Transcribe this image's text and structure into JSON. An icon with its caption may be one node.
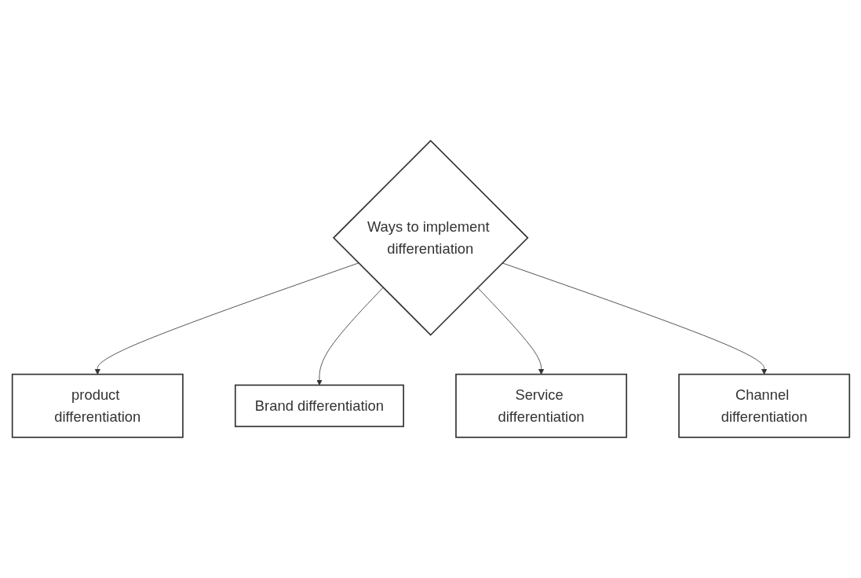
{
  "diagram": {
    "nodes": [
      {
        "text": [
          "product differentiation"
        ]
      },
      {
        "text": [
          "Brand differentiation"
        ]
      },
      {
        "text": [
          "Ways to implement differentiation"
        ]
      },
      {
        "text": [
          "Service differentiation"
        ]
      },
      {
        "text": [
          "Channel differentiation"
        ]
      }
    ],
    "edges": [
      {
        "from": 2,
        "to": 0,
        "arrow": "to"
      },
      {
        "from": 2,
        "to": 1,
        "arrow": "to"
      },
      {
        "from": 2,
        "to": 3,
        "arrow": "to"
      },
      {
        "from": 2,
        "to": 4,
        "arrow": "to"
      }
    ]
  }
}
